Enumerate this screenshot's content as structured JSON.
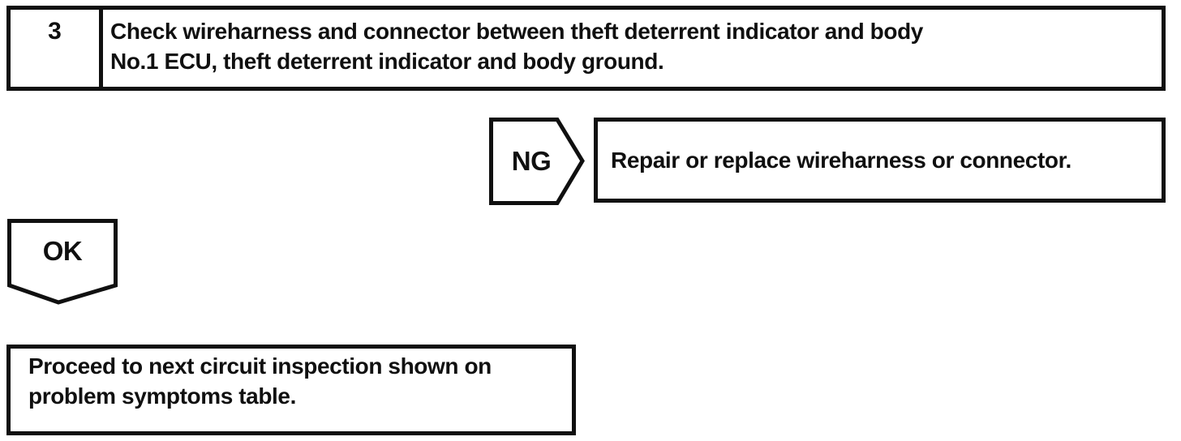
{
  "page": {
    "background_color": "#ffffff",
    "ink_color": "#101010",
    "kind": "troubleshooting flowchart step"
  },
  "step_box": {
    "number": "3",
    "instruction_lines": [
      "Check wireharness and connector between theft deterrent indicator and body",
      "No.1 ECU, theft deterrent indicator and body ground."
    ]
  },
  "ng_branch": {
    "label": "NG",
    "action": "Repair or replace wireharness or connector."
  },
  "ok_branch": {
    "label": "OK",
    "action_lines": [
      "Proceed to next circuit inspection shown on",
      "problem symptoms table."
    ]
  }
}
